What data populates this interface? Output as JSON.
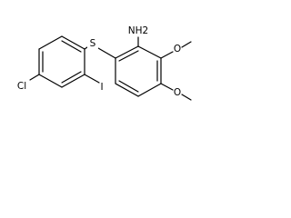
{
  "molecule": {
    "atoms": [
      {
        "label": "NH2"
      },
      {
        "label": "S"
      },
      {
        "label": "Cl"
      },
      {
        "label": "I"
      },
      {
        "label": "O"
      },
      {
        "label": "O"
      }
    ],
    "colors": {
      "bond": "#000000",
      "label": "#000000",
      "background": "#ffffff"
    }
  }
}
